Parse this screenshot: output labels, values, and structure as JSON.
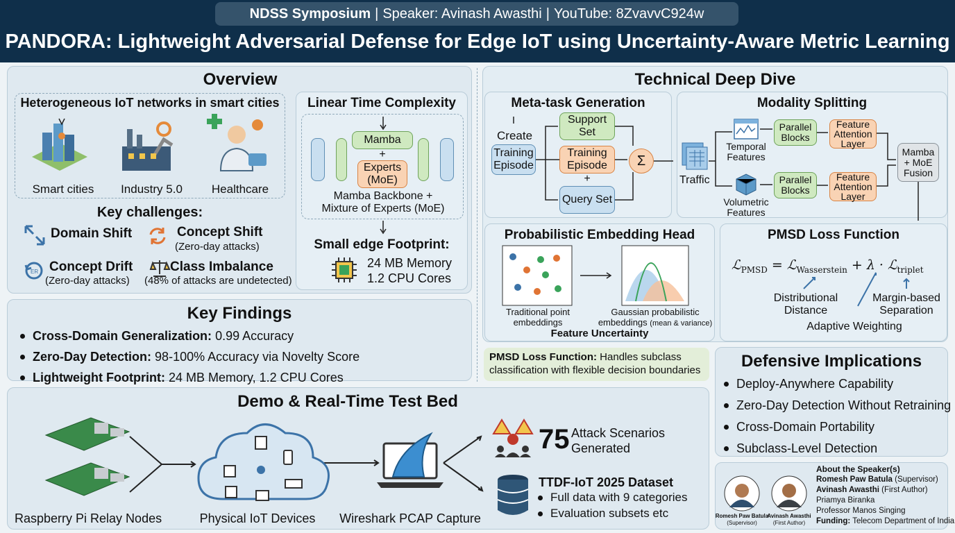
{
  "header": {
    "venue": "NDSS Symposium",
    "speaker": "Speaker: Avinash Awasthi",
    "video": "YouTube: 8ZvavvC924w",
    "sep": "|",
    "title": "PANDORA: Lightweight Adversarial Defense for Edge IoT using Uncertainty-Aware Metric Learning"
  },
  "overview": {
    "title": "Overview",
    "networks_title": "Heterogeneous IoT networks in smart cities",
    "domains": [
      "Smart cities",
      "Industry 5.0",
      "Healthcare"
    ],
    "challenges_title": "Key challenges:",
    "challenges": [
      {
        "name": "Domain Shift",
        "note": ""
      },
      {
        "name": "Concept Shift",
        "note": "(Zero-day attacks)"
      },
      {
        "name": "Concept Drift",
        "note": "(Zero-day attacks)"
      },
      {
        "name": "Class Imbalance",
        "note": "(48% of attacks are undetected)"
      }
    ],
    "complexity_title": "Linear Time Complexity",
    "mamba": "Mamba",
    "plus": "+",
    "experts": "Experts (MoE)",
    "backbone": "Mamba Backbone + Mixture of Experts (MoE)",
    "footprint_title": "Small edge Footprint:",
    "memory": "24 MB Memory",
    "cpu": "1.2 CPU Cores"
  },
  "findings": {
    "title": "Key Findings",
    "items": [
      {
        "label": "Cross-Domain Generalization:",
        "value": "0.99 Accuracy"
      },
      {
        "label": "Zero-Day Detection:",
        "value": "98-100% Accuracy via Novelty Score"
      },
      {
        "label": "Lightweight Footprint:",
        "value": "24 MB Memory, 1.2 CPU Cores"
      }
    ]
  },
  "deep": {
    "title": "Technical Deep Dive",
    "meta": {
      "title": "Meta-task Generation",
      "create": "Create",
      "training": "Training Episode",
      "support": "Support Set",
      "training2": "Training Episode",
      "plus": "+",
      "query": "Query Set",
      "sigma": "Σ"
    },
    "modality": {
      "title": "Modality Splitting",
      "traffic": "Traffic",
      "temporal": "Temporal Features",
      "volumetric": "Volumetric Features",
      "parallel": "Parallel Blocks",
      "attention": "Feature Attention Layer",
      "fusion": "Mamba + MoE Fusion"
    },
    "embedding": {
      "title": "Probabilistic Embedding Head",
      "point": "Traditional point embeddings",
      "gauss": "Gaussian probabilistic embeddings",
      "gauss_note": "(mean & variance)",
      "uncertainty": "Feature Uncertainty"
    },
    "pmsd_note": {
      "label": "PMSD Loss Function:",
      "text": "Handles subclass classification with flexible decision boundaries"
    },
    "pmsd": {
      "title": "PMSD Loss Function",
      "dist": "Distributional Distance",
      "margin": "Margin-based Separation",
      "adaptive": "Adaptive Weighting"
    }
  },
  "demo": {
    "title": "Demo & Real-Time Test Bed",
    "pi": "Raspberry Pi Relay Nodes",
    "devices": "Physical IoT Devices",
    "wireshark": "Wireshark PCAP Capture",
    "count": "75",
    "scenarios": "Attack Scenarios Generated",
    "dataset_title": "TTDF-IoT 2025 Dataset",
    "dataset_items": [
      "Full data with 9 categories",
      "Evaluation subsets etc"
    ]
  },
  "implications": {
    "title": "Defensive Implications",
    "items": [
      "Deploy-Anywhere Capability",
      "Zero-Day Detection Without Retraining",
      "Cross-Domain Portability",
      "Subclass-Level Detection"
    ]
  },
  "speakers": {
    "title": "About the Speaker(s)",
    "lines": [
      {
        "name": "Romesh Paw Batula",
        "role": "(Supervisor)"
      },
      {
        "name": "Avinash Awasthi",
        "role": "(First Author)"
      },
      {
        "name": "Priamya Biranka",
        "role": ""
      },
      {
        "name": "Professor Manos Singing",
        "role": ""
      }
    ],
    "funding_label": "Funding:",
    "funding": "Telecom Department of India",
    "p1_name": "Romesh Paw Batula",
    "p1_role": "(Supervisor)",
    "p2_name": "Avinash Awasthi",
    "p2_role": "(First Author)"
  },
  "colors": {
    "header": "#0f2f4a",
    "panel": "#dfe9f0",
    "accent_orange": "#f9d3b4",
    "accent_green": "#cfe9c0",
    "accent_blue": "#c9dff0"
  }
}
